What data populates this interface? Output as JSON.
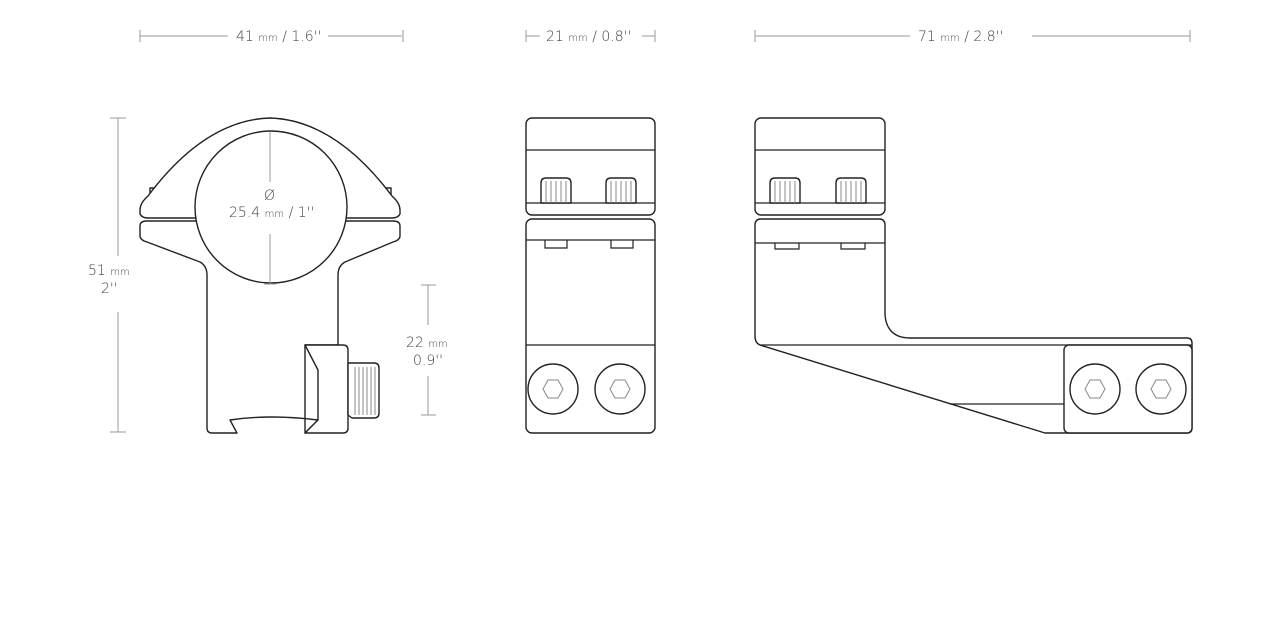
{
  "dimensions": {
    "width": {
      "value": "41",
      "unit": "mm",
      "imperial": "/ 1.6''"
    },
    "depth": {
      "value": "21",
      "unit": "mm",
      "imperial": "/ 0.8''"
    },
    "length": {
      "value": "71",
      "unit": "mm",
      "imperial": "/ 2.8''"
    },
    "height": {
      "value": "51",
      "unit": "mm",
      "imperial": "2''"
    },
    "ring_height": {
      "value": "22",
      "unit": "mm",
      "imperial": "0.9''"
    },
    "diameter": {
      "symbol": "Ø",
      "value": "25.4",
      "unit": "mm",
      "imperial": "/ 1''"
    }
  }
}
